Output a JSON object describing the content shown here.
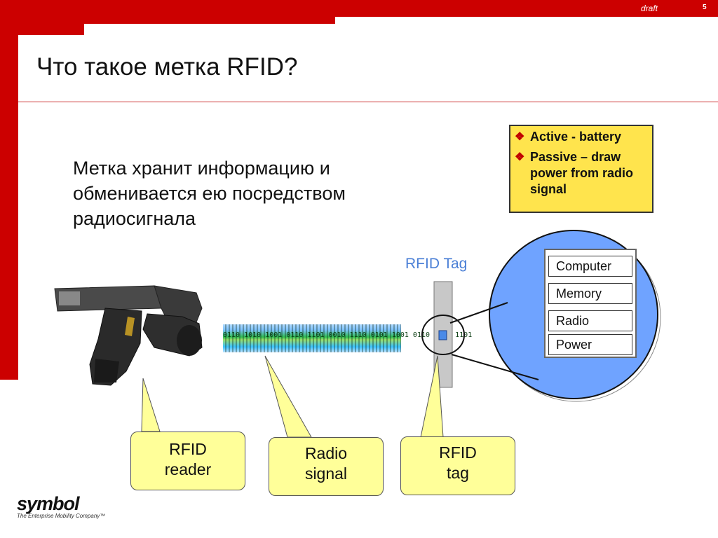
{
  "header": {
    "draft_label": "draft",
    "page_number": "5"
  },
  "slide": {
    "title": "Что такое метка RFID?",
    "body": "Метка хранит информацию и обменивается ею посредством радиосигнала",
    "tag_label": "RFID Tag"
  },
  "bullets": [
    {
      "text": "Active - battery"
    },
    {
      "text": "Passive – draw power from radio signal"
    }
  ],
  "components": [
    "Computer",
    "Memory",
    "Radio",
    "Power"
  ],
  "callouts": {
    "reader": {
      "line1": "RFID",
      "line2": "reader"
    },
    "signal": {
      "line1": "Radio",
      "line2": "signal"
    },
    "tag": {
      "line1": "RFID",
      "line2": "tag"
    }
  },
  "signal_bits": "0110 1010 1001 0110 1101 0010 1110 0101 1001 0110 1010 1101",
  "logo": {
    "word": "symbol",
    "tagline": "The Enterprise Mobility Company™"
  },
  "colors": {
    "brand_red": "#cc0000",
    "callout_yellow": "#ffff99",
    "bullet_box_yellow": "#ffe44d",
    "zoom_blue": "#6fa3ff",
    "tag_label_blue": "#4a7fd6"
  }
}
